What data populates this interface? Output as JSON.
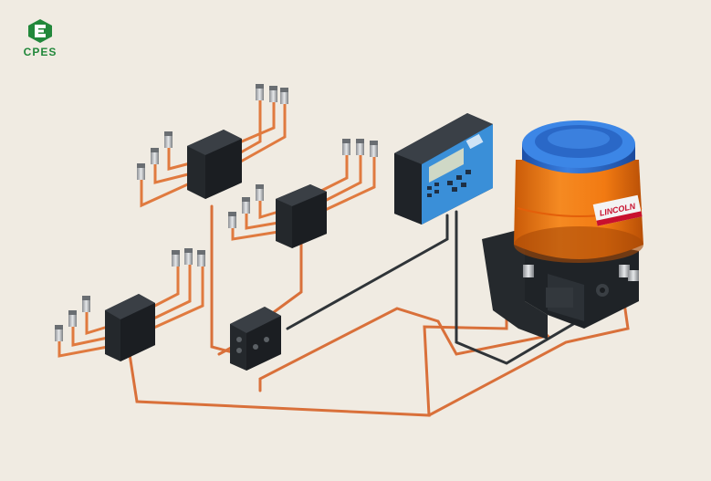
{
  "logo": {
    "text": "CPES",
    "color": "#22883b"
  },
  "pump": {
    "brand": "LINCOLN",
    "reservoir_color": "#f27a12",
    "lid_color": "#2c6fd6"
  },
  "controller": {
    "body_color": "#2a2f35",
    "panel_color": "#3a8fd8"
  },
  "colors": {
    "tube": "#e07a3f",
    "cable": "#2f3438",
    "block": "#24282c",
    "background": "#f0ebe2"
  },
  "components": {
    "divider_valves": [
      "divider-block-top-left",
      "divider-block-top-center",
      "divider-block-left",
      "divider-block-master"
    ]
  }
}
